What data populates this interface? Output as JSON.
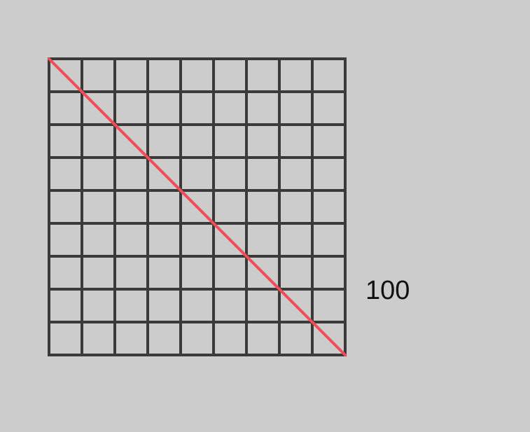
{
  "diagram": {
    "rows": 9,
    "cols": 9,
    "side_label": "100",
    "colors": {
      "background": "#cccccc",
      "grid_line": "#3a3a3a",
      "diagonal": "#e8505b",
      "label": "#111111"
    }
  }
}
